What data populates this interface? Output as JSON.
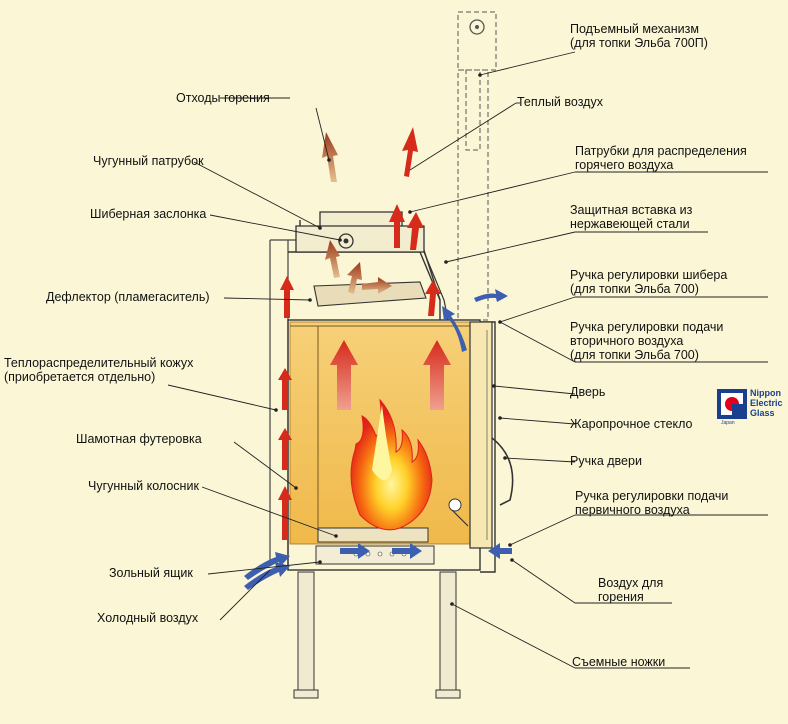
{
  "labels": {
    "lift_mechanism": "Подъемный механизм\n(для топки Эльба 700П)",
    "warm_air": "Теплый воздух",
    "combustion_waste": "Отходы горения",
    "cast_iron_pipe": "Чугунный патрубок",
    "hot_air_pipes": "Патрубки для распределения\nгорячего воздуха",
    "damper": "Шиберная заслонка",
    "stainless_insert": "Защитная вставка из\nнержавеющей стали",
    "deflector": "Дефлектор (пламегаситель)",
    "damper_handle": "Ручка регулировки шибера\n(для топки Эльба 700)",
    "heat_casing": "Теплораспределительный кожух\n(приобретается отдельно)",
    "secondary_air_handle": "Ручка регулировки подачи\nвторичного воздуха\n(для топки Эльба 700)",
    "door": "Дверь",
    "fireclay_lining": "Шамотная футеровка",
    "heat_glass": "Жаропрочное стекло",
    "door_handle": "Ручка двери",
    "cast_iron_grate": "Чугунный колосник",
    "primary_air_handle": "Ручка регулировки подачи\nпервичного воздуха",
    "ash_box": "Зольный ящик",
    "combustion_air": "Воздух для\nгорения",
    "cold_air": "Холодный воздух",
    "removable_legs": "Съемные ножки"
  },
  "logo": {
    "line1": "Nippon",
    "line2": "Electric",
    "line3": "Glass",
    "sub": "Japan"
  },
  "colors": {
    "background": "#fbf7d6",
    "firebox": "#f4c458",
    "hot_arrow": "#d62a1a",
    "flue_arrow": "#9b3a1a",
    "cold_arrow": "#3d5fb0",
    "logo": "#1b3f8f"
  }
}
